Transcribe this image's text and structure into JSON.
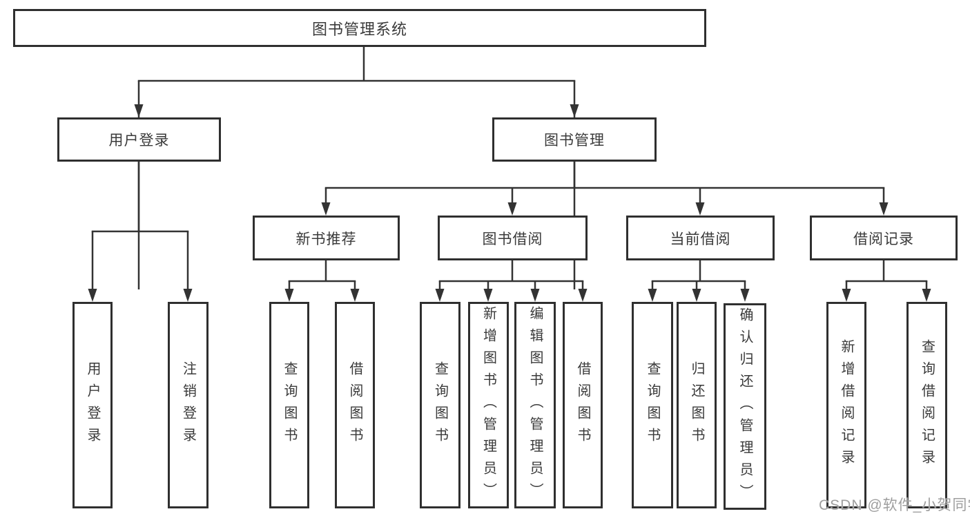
{
  "diagram_title": "图书管理系统",
  "watermark": "CSDN @软件_小贺同学",
  "colors": {
    "line": "#333333",
    "box_border": "#2f2f2f",
    "text": "#3a3a3a",
    "background": "#ffffff",
    "watermark": "#9e9e9e"
  },
  "tree": {
    "label": "图书管理系统",
    "children": [
      {
        "label": "用户登录",
        "children": [
          {
            "label": "用户登录"
          },
          {
            "label": "注销登录"
          }
        ]
      },
      {
        "label": "图书管理",
        "children": [
          {
            "label": "新书推荐",
            "children": [
              {
                "label": "查询图书"
              },
              {
                "label": "借阅图书"
              }
            ]
          },
          {
            "label": "图书借阅",
            "children": [
              {
                "label": "查询图书"
              },
              {
                "label": "新增图书（管理员）"
              },
              {
                "label": "编辑图书（管理员）"
              },
              {
                "label": "借阅图书"
              }
            ]
          },
          {
            "label": "当前借阅",
            "children": [
              {
                "label": "查询图书"
              },
              {
                "label": "归还图书"
              },
              {
                "label": "确认归还（管理员）"
              }
            ]
          },
          {
            "label": "借阅记录",
            "children": [
              {
                "label": "新增借阅记录"
              },
              {
                "label": "查询借阅记录"
              }
            ]
          }
        ]
      }
    ]
  }
}
